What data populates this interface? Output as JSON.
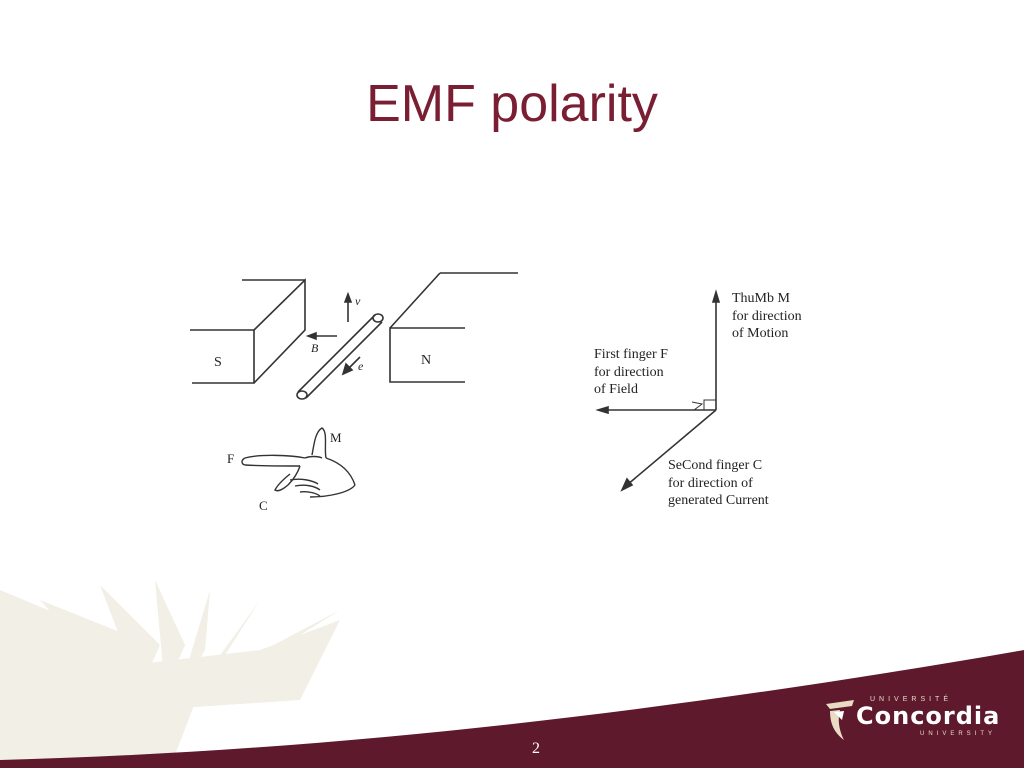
{
  "slide": {
    "title": "EMF polarity",
    "page_number": "2"
  },
  "figure_left": {
    "pole_s": "S",
    "pole_n": "N",
    "label_v": "v",
    "label_b": "B",
    "label_e": "e",
    "hand_f": "F",
    "hand_m": "M",
    "hand_c": "C"
  },
  "figure_right": {
    "thumb_lines": [
      "ThuMb M",
      "for direction",
      "of Motion"
    ],
    "first_lines": [
      "First finger F",
      "for direction",
      "of Field"
    ],
    "second_lines": [
      "SeCond finger C",
      "for direction of",
      "generated Current"
    ]
  },
  "logo": {
    "top": "UNIVERSITÉ",
    "main": "Concordia",
    "bottom": "UNIVERSITY"
  },
  "colors": {
    "title": "#7a1f33",
    "footer_band": "#5e1a2c",
    "watermark": "#f1efe6"
  }
}
